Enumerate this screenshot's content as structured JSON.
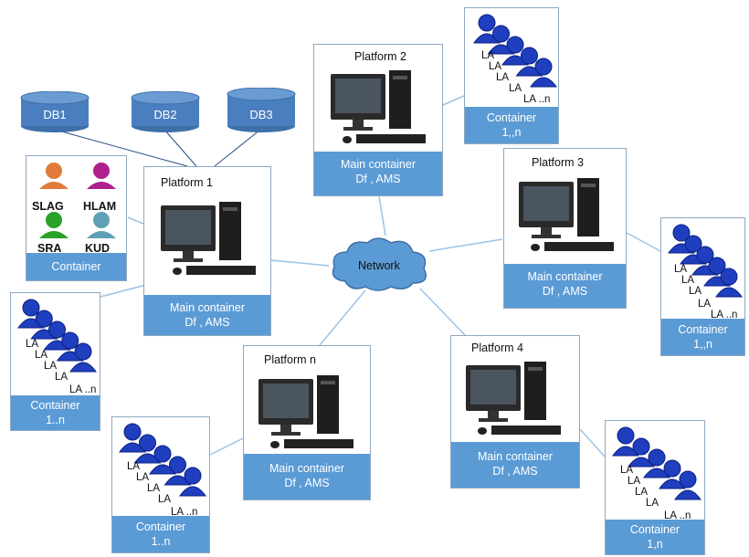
{
  "databases": [
    "DB1",
    "DB2",
    "DB3"
  ],
  "network": "Network",
  "platforms": [
    {
      "title": "Platform 1",
      "caption": [
        "Main container",
        "Df , AMS"
      ]
    },
    {
      "title": "Platform 2",
      "caption": [
        "Main container",
        "Df , AMS"
      ]
    },
    {
      "title": "Platform 3",
      "caption": [
        "Main container",
        "Df , AMS"
      ]
    },
    {
      "title": "Platform 4",
      "caption": [
        "Main container",
        "Df , AMS"
      ]
    },
    {
      "title": "Platform n",
      "caption": [
        "Main container",
        "Df , AMS"
      ]
    }
  ],
  "system_container": {
    "caption": "Container",
    "agents": [
      {
        "name": "SLAG",
        "color": "#e07b39"
      },
      {
        "name": "HLAM",
        "color": "#b0208c"
      },
      {
        "name": "SRA",
        "color": "#2aa12a"
      },
      {
        "name": "KUD",
        "color": "#5fa0b5"
      }
    ]
  },
  "agent_containers": [
    {
      "caption": [
        "Container",
        "1,,n"
      ],
      "agent_labels": [
        "LA",
        "LA",
        "LA",
        "LA",
        "LA ..n"
      ]
    },
    {
      "caption": [
        "Container",
        "1,,n"
      ],
      "agent_labels": [
        "LA",
        "LA",
        "LA",
        "LA",
        "LA ..n"
      ]
    },
    {
      "caption": [
        "Container",
        "1..n"
      ],
      "agent_labels": [
        "LA",
        "LA",
        "LA",
        "LA",
        "LA ..n"
      ]
    },
    {
      "caption": [
        "Container",
        "1..n"
      ],
      "agent_labels": [
        "LA",
        "LA",
        "LA",
        "LA",
        "LA ..n"
      ]
    },
    {
      "caption": [
        "Container",
        "1,n"
      ],
      "agent_labels": [
        "LA",
        "LA",
        "LA",
        "LA",
        "LA ..n"
      ]
    }
  ],
  "colors": {
    "container_blue": "#5b9bd5",
    "db_blue": "#4a7fbf",
    "agent_blue": "#1f3fbf",
    "line_blue": "#9cc3e6"
  }
}
